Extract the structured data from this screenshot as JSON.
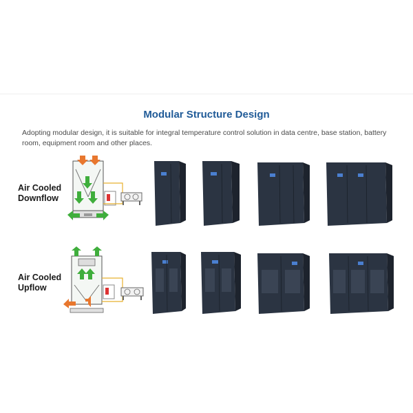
{
  "section": {
    "title": "Modular Structure Design",
    "description": "Adopting modular design, it is suitable for integral temperature control solution in data centre, base station, battery room, equipment room and other places."
  },
  "rows": [
    {
      "label_line1": "Air Cooled",
      "label_line2": "Downflow",
      "diagram_icon": "downflow-airflow-diagram-icon"
    },
    {
      "label_line1": "Air Cooled",
      "label_line2": "Upflow",
      "diagram_icon": "upflow-airflow-diagram-icon"
    }
  ],
  "colors": {
    "title": "#1f5a97",
    "cabinet": "#2b3442",
    "arrow_green": "#3fae3c",
    "arrow_orange": "#e8772e",
    "screen_blue": "#4a7fd0"
  }
}
